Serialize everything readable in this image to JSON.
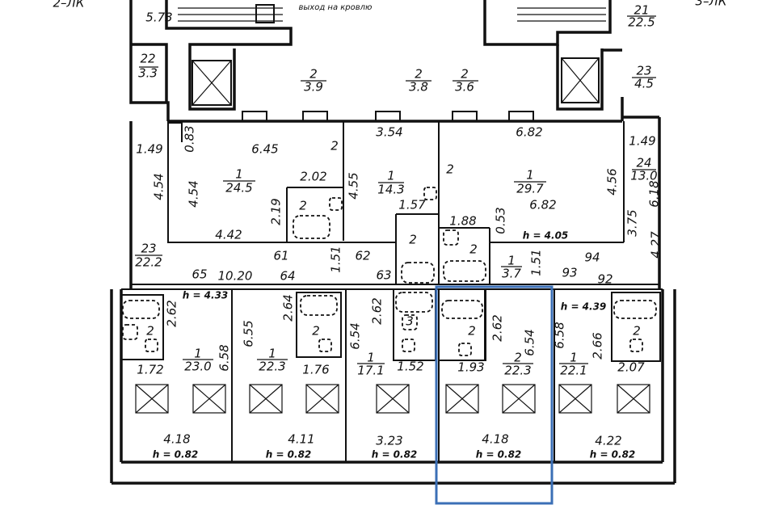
{
  "stairs": {
    "left_label": "2–ЛК",
    "right_label": "3–ЛК",
    "roof_exit": "выход на кровлю"
  },
  "highlight_color": "#3b6fb6",
  "rooms": [
    {
      "num": "5.73"
    },
    {
      "num": "22",
      "area": "3.3"
    },
    {
      "num": "2",
      "area": "3.9"
    },
    {
      "num": "2",
      "area": "3.8"
    },
    {
      "num": "2",
      "area": "3.6"
    },
    {
      "num": "21",
      "area": "22.5"
    },
    {
      "num": "23",
      "area": "4.5"
    },
    {
      "num": "1",
      "area": "24.5"
    },
    {
      "num": "1",
      "area": "14.3"
    },
    {
      "num": "1",
      "area": "29.7"
    },
    {
      "num": "24",
      "area": "13.0"
    },
    {
      "num": "23",
      "area": "22.2"
    },
    {
      "num": "1",
      "area": "3.7"
    },
    {
      "num": "1",
      "area": "23.0"
    },
    {
      "num": "1",
      "area": "22.3"
    },
    {
      "num": "1",
      "area": "17.1"
    },
    {
      "num": "2",
      "area": "22.3"
    },
    {
      "num": "1",
      "area": "22.1"
    }
  ],
  "dims": [
    "1.49",
    "0.83",
    "6.45",
    "3.54",
    "6.82",
    "1.49",
    "4.54",
    "4.54",
    "2.02",
    "4.55",
    "4.56",
    "6.18",
    "2.19",
    "1.57",
    "6.82",
    "3.75",
    "1.88",
    "0.53",
    "4.42",
    "61",
    "62",
    "1.51",
    "63",
    "1.51",
    "93",
    "94",
    "4.27",
    "65",
    "10.20",
    "64",
    "92",
    "2.62",
    "2.64",
    "2.62",
    "2.62",
    "6.54",
    "6.58",
    "6.55",
    "6.54",
    "6.58",
    "2.66",
    "1.72",
    "1.76",
    "1.52",
    "1.93",
    "2.07",
    "4.18",
    "4.11",
    "3.23",
    "4.18",
    "4.22"
  ],
  "small_nums": [
    "2",
    "2",
    "2",
    "2",
    "2",
    "3",
    "2",
    "2",
    "2",
    "2"
  ],
  "heights": [
    "h = 4.05",
    "h = 4.33",
    "h = 4.39",
    "h = 0.82",
    "h = 0.82",
    "h = 0.82",
    "h = 0.82",
    "h = 0.82"
  ]
}
